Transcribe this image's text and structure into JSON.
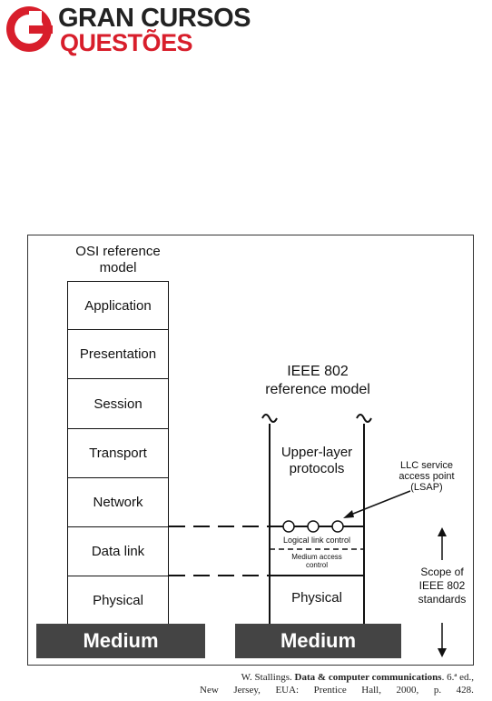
{
  "logo": {
    "line1": "GRAN CURSOS",
    "line2": "QUESTÕES",
    "brand_color": "#d81e2b"
  },
  "diagram": {
    "osi_title": "OSI reference model",
    "osi_layers": [
      "Application",
      "Presentation",
      "Session",
      "Transport",
      "Network",
      "Data link",
      "Physical"
    ],
    "ieee_title": "IEEE 802 reference model",
    "upper": "Upper-layer protocols",
    "llc": "Logical link control",
    "mac": "Medium access control",
    "ieee_physical": "Physical",
    "medium_left": "Medium",
    "medium_right": "Medium",
    "lsap": "LLC service access point (LSAP)",
    "scope": "Scope of IEEE 802 standards"
  },
  "citation": {
    "author": "W. Stallings.",
    "title": "Data & computer communications",
    "edition": ". 6.ª ed.,",
    "line2": [
      "New",
      "Jersey,",
      "EUA:",
      "Prentice",
      "Hall,",
      "2000,",
      "p.",
      "428."
    ]
  }
}
